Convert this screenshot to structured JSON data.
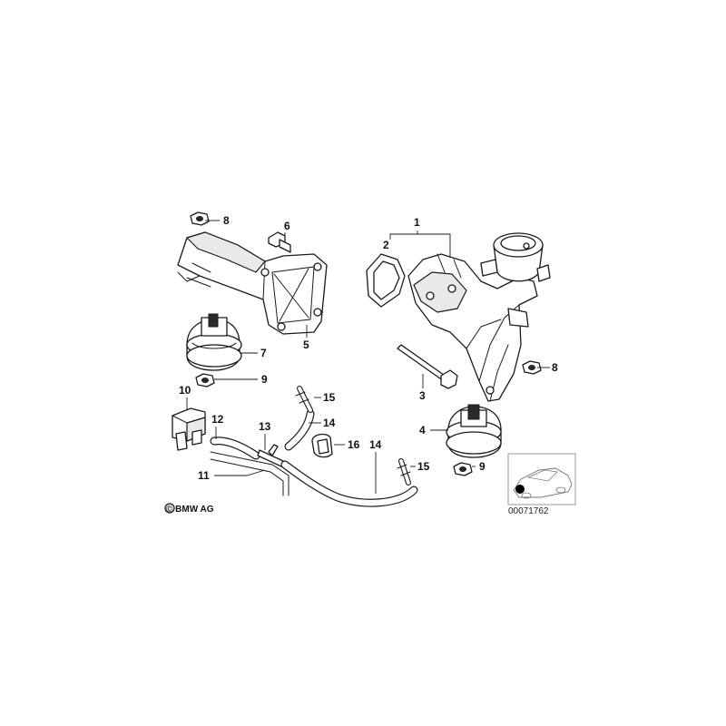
{
  "callouts": {
    "c1": "1",
    "c2": "2",
    "c3": "3",
    "c4": "4",
    "c5": "5",
    "c6": "6",
    "c7": "7",
    "c8a": "8",
    "c8b": "8",
    "c9a": "9",
    "c9b": "9",
    "c10": "10",
    "c11": "11",
    "c12": "12",
    "c13": "13",
    "c14a": "14",
    "c14b": "14",
    "c15a": "15",
    "c15b": "15",
    "c16": "16"
  },
  "copyright": "© BMW AG",
  "diagram_number": "00071762",
  "icons": {
    "copyright_symbol": "copyright-icon",
    "vehicle_locator": "car-thumbnail-icon",
    "location_marker": "location-dot-icon"
  },
  "colors": {
    "line": "#1a1a1a",
    "background": "#ffffff",
    "thumbnail_border": "#999999"
  }
}
